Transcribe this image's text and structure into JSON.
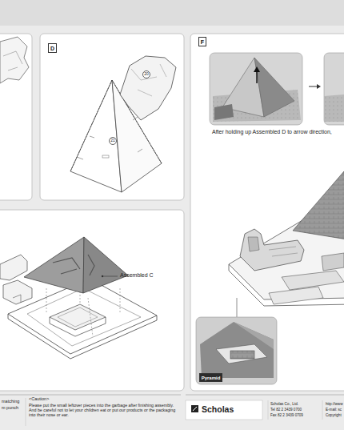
{
  "diagram": {
    "nodes": [
      {
        "text": [
          "D"
        ]
      },
      {
        "text": [
          "F"
        ]
      },
      {
        "text": [
          "Pyramid"
        ]
      }
    ],
    "labels": [
      "20",
      "21",
      "After holding up Assembled D to arrow direction,",
      "Assembled C",
      "matching",
      "m punch",
      "<Caution>",
      "Please put the small leftover pieces into the garbage after finishing assembly. And be careful not to let your children eat or put our products or the packaging into their nose or ear.",
      "Scholas",
      "Scholas Co., Ltd.",
      "Tel 82 2 3439 0700",
      "Fax 82 2 3439 0709",
      "http://www",
      "E-mail: sc",
      "Copyright"
    ]
  }
}
